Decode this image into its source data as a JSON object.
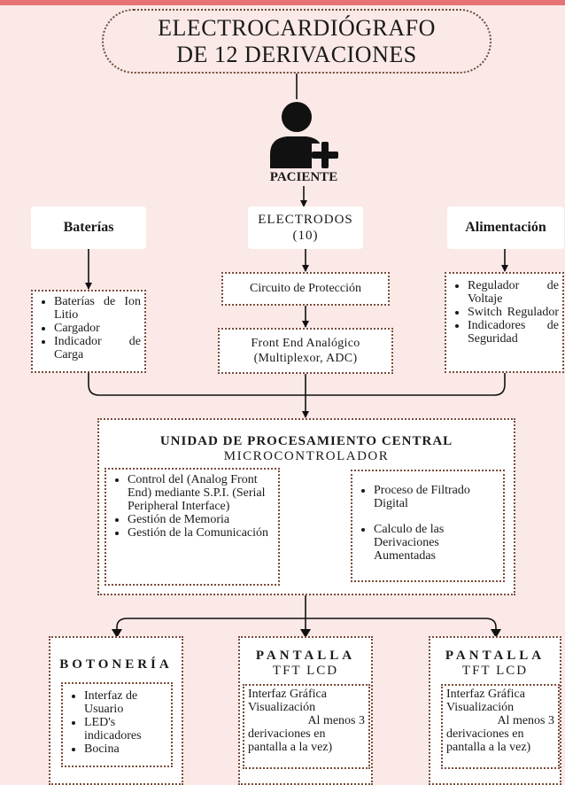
{
  "title": "ELECTROCARDIÓGRAFO DE 12 DERIVACIONES",
  "patient": {
    "label": "PACIENTE",
    "icon": "user-plus-icon"
  },
  "headers": {
    "baterias": "Baterías",
    "electrodos": "ELECTRODOS (10)",
    "alimentacion": "Alimentación"
  },
  "baterias_items": [
    "Baterías de Ion Litio",
    "Cargador",
    "Indicador de Carga"
  ],
  "circuito_proteccion": "Circuito de Protección",
  "front_end": "Front End Analógico (Multiplexor, ADC)",
  "alimentacion_items": [
    "Regulador de Voltaje",
    "Switch Regulador",
    "Indicadores de Seguridad"
  ],
  "cpu": {
    "title": "UNIDAD DE PROCESAMIENTO CENTRAL",
    "subtitle": "MICROCONTROLADOR",
    "left_items": [
      "Control del (Analog Front End) mediante S.P.I. (Serial Peripheral Interface)",
      "Gestión de Memoria",
      "Gestión de la Comunicación"
    ],
    "right_items": [
      "Proceso de Filtrado Digital",
      "Calculo de las Derivaciones Aumentadas"
    ]
  },
  "botoneria": {
    "title": "BOTONERÍA",
    "items": [
      "Interfaz de Usuario",
      "LED's indicadores",
      "Bocina"
    ]
  },
  "pantalla1": {
    "title": "PANTALLA",
    "subtitle": "TFT LCD",
    "lines": [
      "Interfaz Gráfica",
      "Visualización",
      "Al menos 3",
      "derivaciones en",
      "pantalla a la vez)"
    ]
  },
  "pantalla2": {
    "title": "PANTALLA",
    "subtitle": "TFT LCD",
    "lines": [
      "Interfaz Gráfica",
      "Visualización",
      "Al menos 3",
      "derivaciones en",
      "pantalla a la vez)"
    ]
  },
  "colors": {
    "background": "#fbe9e7",
    "top_bar": "#e57373",
    "border": "#7a4a3a"
  }
}
